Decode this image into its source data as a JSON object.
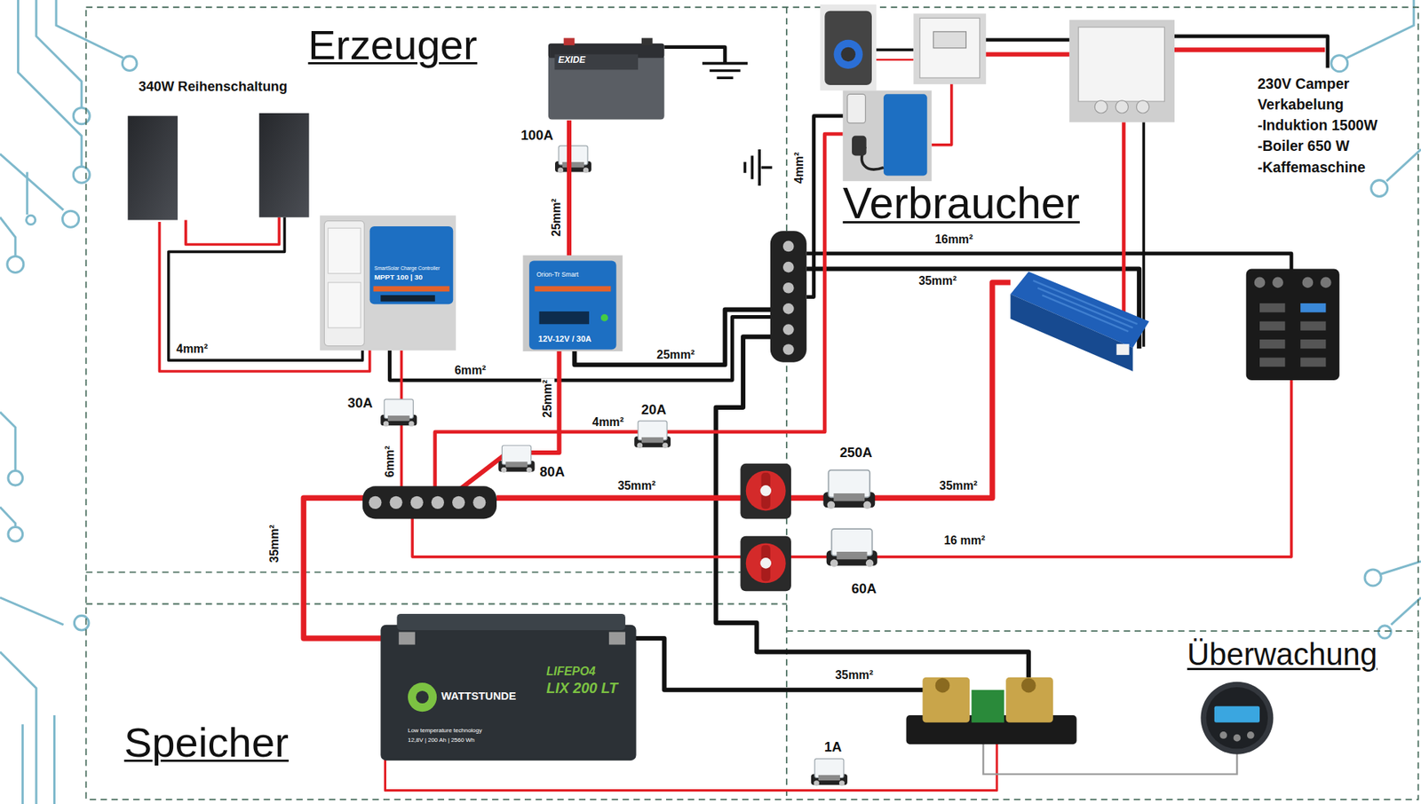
{
  "diagram": {
    "nodes": [
      {
        "text": [
          "Erzeuger"
        ]
      },
      {
        "text": [
          "340W Reihenschaltung"
        ],
        "in": 0
      },
      {
        "text": [
          "EXIDE"
        ],
        "in": 0
      },
      {
        "text": [
          "SmartSolar Charge Controller",
          "MPPT 100 | 30"
        ],
        "in": 0
      },
      {
        "text": [
          "Orion-Tr Smart",
          "12V-12V / 30A"
        ],
        "in": 0
      },
      {
        "text": [
          "Verbraucher"
        ]
      },
      {
        "text": [
          "Speicher"
        ]
      },
      {
        "text": [
          "WATTSTUNDE",
          "LIFEPO4",
          "LIX 200 LT",
          "Low temperature technology",
          "12,8V | 200 Ah | 2560 Wh"
        ],
        "in": 6
      },
      {
        "text": [
          "Überwachung"
        ]
      }
    ],
    "edges": [
      {
        "from": 1,
        "to": 3,
        "label": "4mm²",
        "arrow": "none"
      },
      {
        "from": 2,
        "to": 4,
        "label": "25mm²",
        "arrow": "none"
      }
    ],
    "labels": [
      "230V Camper",
      "Verkabelung",
      "-Induktion 1500W",
      "-Boiler 650 W",
      "-Kaffemaschine",
      "100A",
      "16mm²",
      "4mm²",
      "35mm²",
      "6mm²",
      "25mm²",
      "30A",
      "20A",
      "4mm²",
      "25mm²",
      "80A",
      "6mm²",
      "35mm²",
      "250A",
      "35mm²",
      "16 mm²",
      "35mm²",
      "60A",
      "35mm²",
      "1A"
    ]
  }
}
